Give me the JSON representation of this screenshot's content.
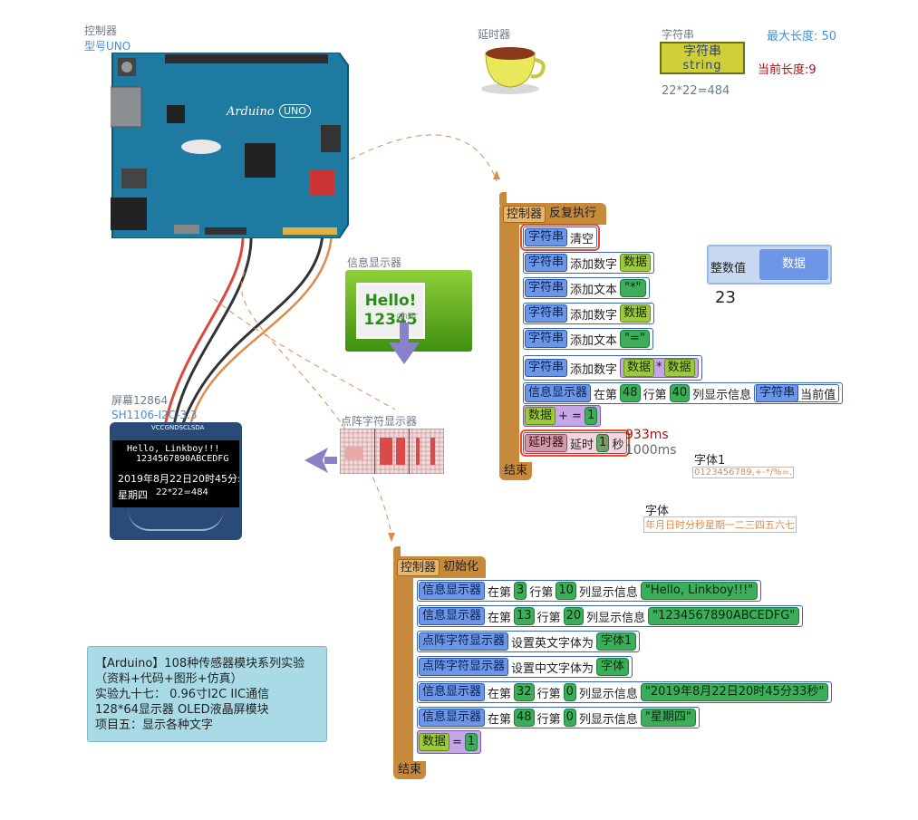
{
  "controller": {
    "name": "控制器",
    "model": "型号UNO",
    "board_logo": "Arduino",
    "board_badge": "UNO"
  },
  "timer": {
    "name": "延时器"
  },
  "string_module": {
    "name": "字符串",
    "icon_line1": "字符串",
    "icon_line2": "string",
    "max_length": "最大长度: 50",
    "current_length": "当前长度:9",
    "value": "22*22=484"
  },
  "info_display": {
    "name": "信息显示器",
    "hello": "Hello!",
    "numbers": "12345",
    "char_overlay": "char"
  },
  "dot_matrix": {
    "name": "点阵字符显示器"
  },
  "screen": {
    "name": "屏幕12864",
    "model": "SH1106-I2C-3.3",
    "pins": "VCCGNDSCLSDA",
    "line1": "Hello, Linkboy!!!",
    "line2": "1234567890ABCEDFG",
    "line3": "2019年8月22日20时45分:",
    "line4": "星期四",
    "line4b": "22*22=484"
  },
  "int_var": {
    "label": "整数值",
    "name": "数据",
    "value": "23"
  },
  "font1": {
    "name": "字体1",
    "sample": "0123456789,+-*/%=."
  },
  "font2": {
    "name": "字体",
    "sample": "年月日时分秒星期一二三四五六七"
  },
  "loop_block": {
    "hat_ctl": "控制器",
    "hat_label": "反复执行",
    "str_chip": "字符串",
    "clear": "清空",
    "add_num": "添加数字",
    "add_text": "添加文本",
    "data": "数据",
    "star": "\"*\"",
    "eq": "\"=\"",
    "times": "*",
    "disp_chip": "信息显示器",
    "at": "在第",
    "row": "行第",
    "col": "列显示信息",
    "row_val": "48",
    "col_val": "40",
    "current": "当前值",
    "plus_eq": "+ =",
    "one": "1",
    "delay_chip": "延时器",
    "delay": "延时",
    "delay_val": "1",
    "sec": "秒",
    "measured": "933ms",
    "expected": "1000ms",
    "end": "结束"
  },
  "init_block": {
    "hat_ctl": "控制器",
    "hat_label": "初始化",
    "disp_chip": "信息显示器",
    "dot_chip": "点阵字符显示器",
    "at": "在第",
    "row": "行第",
    "col": "列显示信息",
    "r1": "3",
    "c1": "10",
    "s1": "\"Hello, Linkboy!!!\"",
    "r2": "13",
    "c2": "20",
    "s2": "\"1234567890ABCEDFG\"",
    "set_en": "设置英文字体为",
    "font_en": "字体1",
    "set_cn": "设置中文字体为",
    "font_cn": "字体",
    "r3": "32",
    "c3": "0",
    "s3": "\"2019年8月22日20时45分33秒\"",
    "r4": "48",
    "c4": "0",
    "s4": "\"星期四\"",
    "data": "数据",
    "eq": "=",
    "one": "1",
    "end": "结束"
  },
  "description": {
    "line1": "【Arduino】108种传感器模块系列实验",
    "line2": "（资料+代码+图形+仿真）",
    "line3": "实验九十七：  0.96寸I2C IIC通信",
    "line4": "128*64显示器 OLED液晶屏模块",
    "line5": "项目五：显示各种文字"
  }
}
